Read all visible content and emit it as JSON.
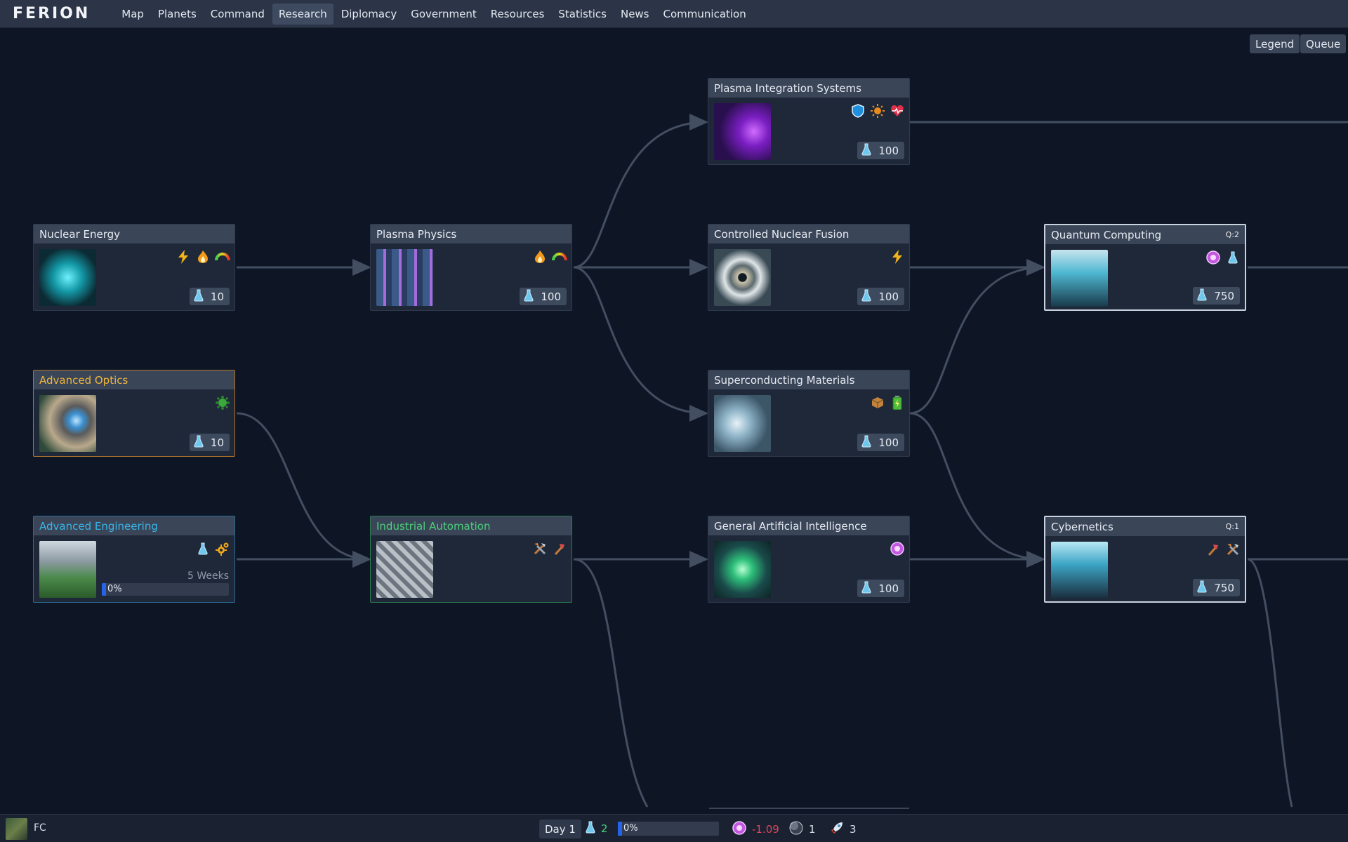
{
  "brand": {
    "logo_text": "FERION"
  },
  "nav": [
    {
      "label": "Map"
    },
    {
      "label": "Planets"
    },
    {
      "label": "Command"
    },
    {
      "label": "Research",
      "active": true
    },
    {
      "label": "Diplomacy"
    },
    {
      "label": "Government"
    },
    {
      "label": "Resources"
    },
    {
      "label": "Statistics"
    },
    {
      "label": "News"
    },
    {
      "label": "Communication"
    }
  ],
  "toolbar": {
    "legend_label": "Legend",
    "queue_label": "Queue"
  },
  "techs": {
    "plasma_integration": {
      "name": "Plasma Integration Systems",
      "cost": "100",
      "icons": [
        "shield-icon",
        "sun-icon",
        "heartbeat-icon"
      ]
    },
    "nuclear_energy": {
      "name": "Nuclear Energy",
      "cost": "10",
      "icons": [
        "lightning-icon",
        "flame-icon",
        "gauge-icon"
      ]
    },
    "plasma_physics": {
      "name": "Plasma Physics",
      "cost": "100",
      "icons": [
        "flame-icon",
        "gauge-icon"
      ]
    },
    "controlled_fusion": {
      "name": "Controlled Nuclear Fusion",
      "cost": "100",
      "icons": [
        "lightning-icon"
      ]
    },
    "quantum_computing": {
      "name": "Quantum Computing",
      "cost": "750",
      "queue": "Q:2",
      "icons": [
        "influence-icon",
        "flask-icon"
      ]
    },
    "advanced_optics": {
      "name": "Advanced Optics",
      "cost": "10",
      "icons": [
        "virus-icon"
      ]
    },
    "superconducting": {
      "name": "Superconducting Materials",
      "cost": "100",
      "icons": [
        "crate-icon",
        "battery-icon"
      ]
    },
    "advanced_engineering": {
      "name": "Advanced Engineering",
      "eta": "5 Weeks",
      "progress_text": "0%",
      "progress": 0,
      "icons": [
        "flask-icon",
        "gear-icon"
      ]
    },
    "industrial_automation": {
      "name": "Industrial Automation",
      "icons": [
        "tools-icon",
        "hammer-icon"
      ]
    },
    "general_ai": {
      "name": "General Artificial Intelligence",
      "cost": "100",
      "icons": [
        "influence-icon"
      ]
    },
    "cybernetics": {
      "name": "Cybernetics",
      "cost": "750",
      "queue": "Q:1",
      "icons": [
        "hammer-icon",
        "tools-icon"
      ]
    }
  },
  "bottom": {
    "player": "FC",
    "day": "Day 1",
    "research_rate": "2",
    "research_progress_text": "0%",
    "research_progress": 0,
    "influence": "-1.09",
    "planets": "1",
    "ships": "3"
  },
  "colors": {
    "accent": "#2563eb",
    "orange": "#f0b63c",
    "cyan": "#39b6e8",
    "green": "#4ccf7a",
    "negative": "#e0455a"
  }
}
